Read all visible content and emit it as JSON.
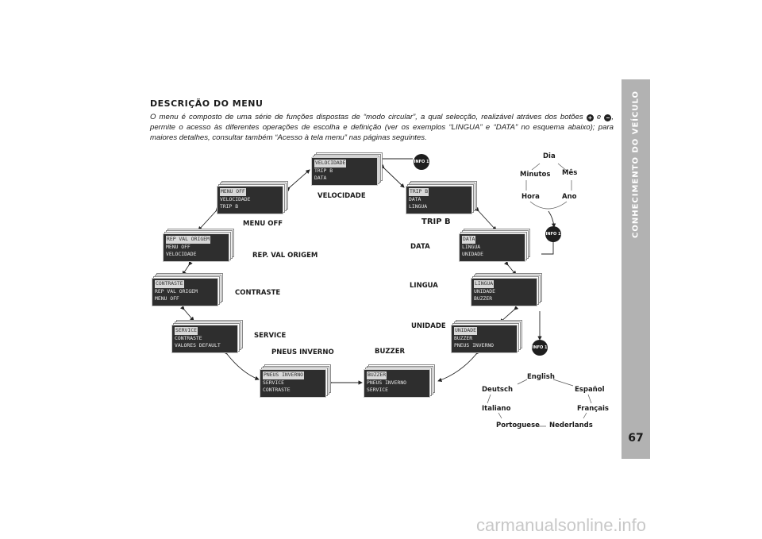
{
  "sidebar": {
    "title": "CONHECIMENTO DO VEÍCULO",
    "page_number": "67"
  },
  "heading": "DESCRIÇÃO DO MENU",
  "intro": {
    "part1": "O menu é composto de uma série de funções dispostas de “modo circular”, a qual selecção, realizável atráves dos botões",
    "plus": "+",
    "and": "e",
    "minus": "−",
    "part2": ", permite o acesso às diferentes operações de escolha e definição (ver os exemplos “LINGUA” e “DATA” no esquema abaixo); para maiores detalhes, consultar também “Acesso à tela menu” nas páginas seguintes."
  },
  "screens": {
    "velocidade": {
      "l1": "VELOCIDADE",
      "l2": "TRIP B",
      "l3": "DATA"
    },
    "menu_off": {
      "l1": "MENU OFF",
      "l2": "VELOCIDADE",
      "l3": "TRIP B"
    },
    "trip_b": {
      "l1": "TRIP B",
      "l2": "DATA",
      "l3": "LINGUA"
    },
    "rep_val": {
      "l1": "REP VAL ORIGEM",
      "l2": "MENU OFF",
      "l3": "VELOCIDADE"
    },
    "data": {
      "l1": "DATA",
      "l2": "LINGUA",
      "l3": "UNIDADE"
    },
    "contraste": {
      "l1": "CONTRASTE",
      "l2": "REP VAL ORIGEM",
      "l3": "MENU OFF"
    },
    "lingua": {
      "l1": "LINGUA",
      "l2": "UNIDADE",
      "l3": "BUZZER"
    },
    "service": {
      "l1": "SERVICE",
      "l2": "CONTRASTE",
      "l3": "VALORES DEFAULT"
    },
    "unidade": {
      "l1": "UNIDADE",
      "l2": "BUZZER",
      "l3": "PNEUS INVERNO"
    },
    "pneus": {
      "l1": "PNEUS INVERNO",
      "l2": "SERVICE",
      "l3": "CONTRASTE"
    },
    "buzzer": {
      "l1": "BUZZER",
      "l2": "PNEUS INVERNO",
      "l3": "SERVICE"
    }
  },
  "labels": {
    "velocidade": "VELOCIDADE",
    "menu_off": "MENU OFF",
    "trip_b": "TRIP B",
    "rep_val": "REP. VAL ORIGEM",
    "data": "DATA",
    "contraste": "CONTRASTE",
    "lingua": "LINGUA",
    "unidade": "UNIDADE",
    "service": "SERVICE",
    "pneus": "PNEUS INVERNO",
    "buzzer": "BUZZER"
  },
  "info_button": "INFO 1",
  "date_cycle": {
    "dia": "Dia",
    "minutos": "Minutos",
    "mes": "Mês",
    "hora": "Hora",
    "ano": "Ano"
  },
  "language_cycle": {
    "english": "English",
    "deutsch": "Deutsch",
    "espanol": "Español",
    "italiano": "Italiano",
    "francais": "Français",
    "portoguese": "Portoguese",
    "nederlands": "Nederlands"
  },
  "watermark": "carmanualsonline.info"
}
